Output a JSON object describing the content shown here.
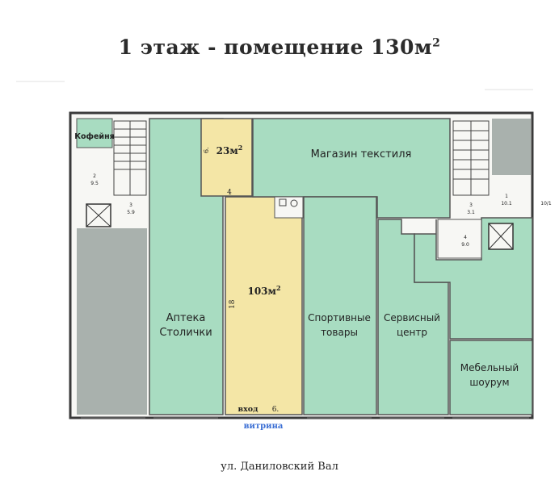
{
  "title": {
    "text": "1 этаж - помещение 130м",
    "sup": "2"
  },
  "colors": {
    "green": "#a8dcc1",
    "yellow": "#f4e6a6",
    "gray": "#a9b1ad",
    "wall": "#3a3a3a"
  },
  "rooms": {
    "cafe": "Кофейня",
    "textile": "Магазин текстиля",
    "pharmacy_line1": "Аптека",
    "pharmacy_line2": "Столички",
    "sport_line1": "Спортивные",
    "sport_line2": "товары",
    "service_line1": "Сервисный",
    "service_line2": "центр",
    "furniture_line1": "Мебельный",
    "furniture_line2": "шоурум",
    "area_small": "23м",
    "area_small_sup": "2",
    "area_small_mark": "6.",
    "area_large": "103м",
    "area_large_sup": "2",
    "dim_18": "18",
    "dim_4": "4",
    "entrance": "вход",
    "entrance_dim": "6.",
    "showcase": "витрина"
  },
  "tags": {
    "t2_top": "2",
    "t2_bot": "9.5",
    "t3a_top": "3",
    "t3a_bot": "5.9",
    "t3b_top": "3",
    "t3b_bot": "3.1",
    "t1_top": "1",
    "t1_bot": "10.1",
    "t4_top": "4",
    "t4_bot": "9.0",
    "t10": "10/1"
  },
  "street": "ул. Даниловский Вал"
}
